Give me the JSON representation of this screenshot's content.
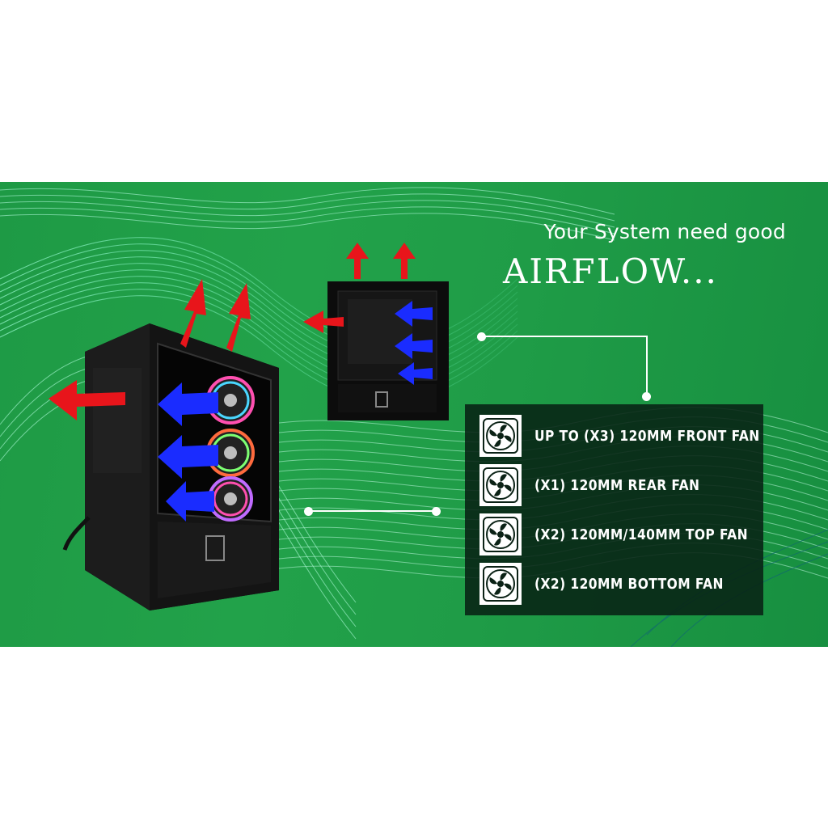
{
  "headline": {
    "line1": "Your System need good",
    "line2": "AIRFLOW..."
  },
  "specs": [
    {
      "label": "UP TO (X3) 120MM FRONT FAN",
      "icon": "fan-icon"
    },
    {
      "label": "(X1) 120MM REAR FAN",
      "icon": "fan-icon"
    },
    {
      "label": "(X2) 120MM/140MM TOP FAN",
      "icon": "fan-icon"
    },
    {
      "label": "(X2) 120MM BOTTOM FAN",
      "icon": "fan-icon"
    }
  ],
  "colors": {
    "background_green": "#22a24a",
    "panel": "#08221 4",
    "intake_arrow": "#1a2cff",
    "exhaust_arrow": "#e8151b",
    "text": "#ffffff"
  }
}
